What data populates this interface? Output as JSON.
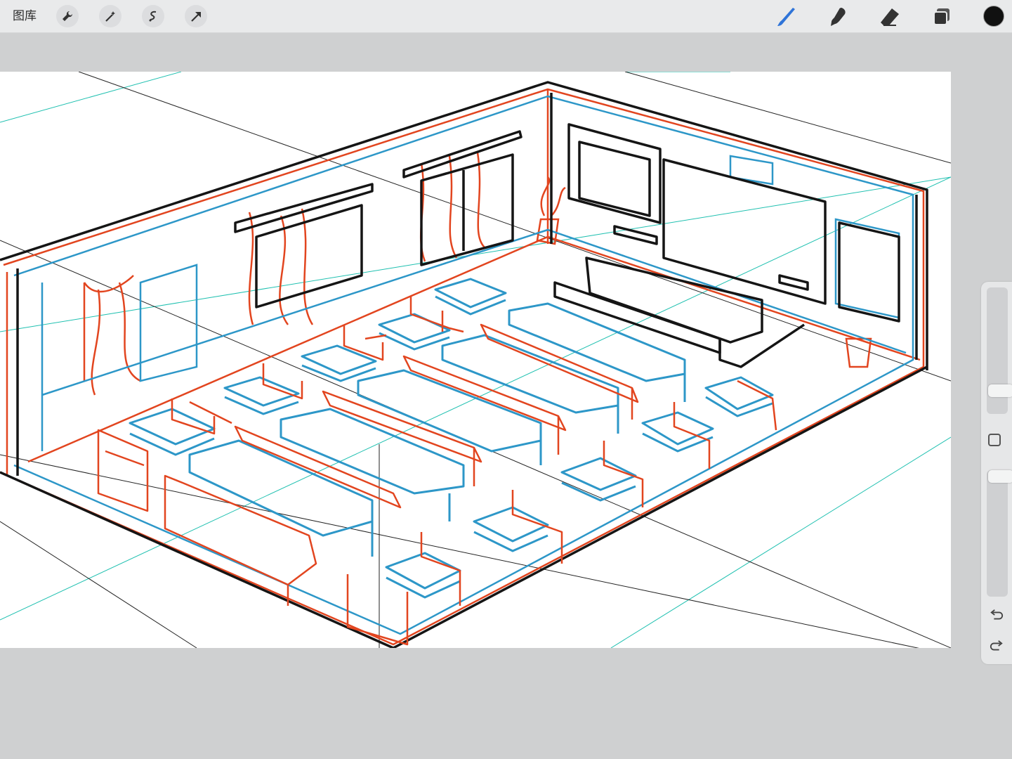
{
  "toolbar": {
    "gallery_label": "图库",
    "left_tools": [
      "wrench-icon",
      "magic-wand-icon",
      "selection-icon",
      "transform-arrow-icon"
    ],
    "right_tools": [
      "brush-icon",
      "smudge-icon",
      "eraser-icon",
      "layers-icon"
    ],
    "current_color": "#111111",
    "brush_accent": "#2f74d8"
  },
  "sidebar": {
    "brush_size_level": 0.85,
    "opacity_level": 0.0,
    "modify_button": "square-icon",
    "undo": "undo-icon",
    "redo": "redo-icon"
  },
  "canvas": {
    "stroke_colors": {
      "ink": "#151515",
      "blue_sketch": "#2d97c8",
      "red_sketch": "#e2451f",
      "perspective_guide": "#1fc0b0",
      "guide_dark": "#222222"
    }
  }
}
